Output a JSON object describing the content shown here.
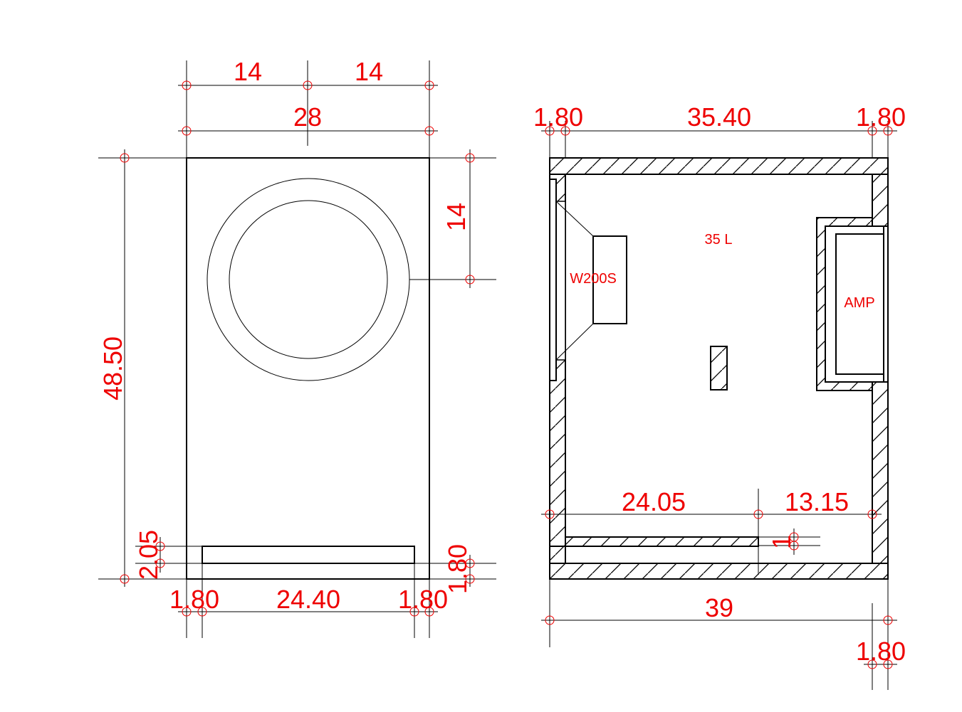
{
  "front_view": {
    "dims": {
      "top_left": "14",
      "top_right": "14",
      "total_width": "28",
      "height": "48.50",
      "driver_center": "14",
      "port_height": "2.05",
      "bottom_panel": "1.80",
      "left_wall": "1.80",
      "inner_width": "24.40",
      "right_wall": "1.80"
    }
  },
  "side_view": {
    "labels": {
      "volume": "35 L",
      "driver": "W200S",
      "amp": "AMP"
    },
    "dims": {
      "left_wall": "1.80",
      "inner_depth": "35.40",
      "right_wall": "1.80",
      "port_length": "24.05",
      "port_gap": "13.15",
      "port_plate": "1",
      "total_depth": "39",
      "bottom_right": "1.80"
    }
  },
  "colors": {
    "dimension": "#ee0000",
    "line": "#000000"
  }
}
